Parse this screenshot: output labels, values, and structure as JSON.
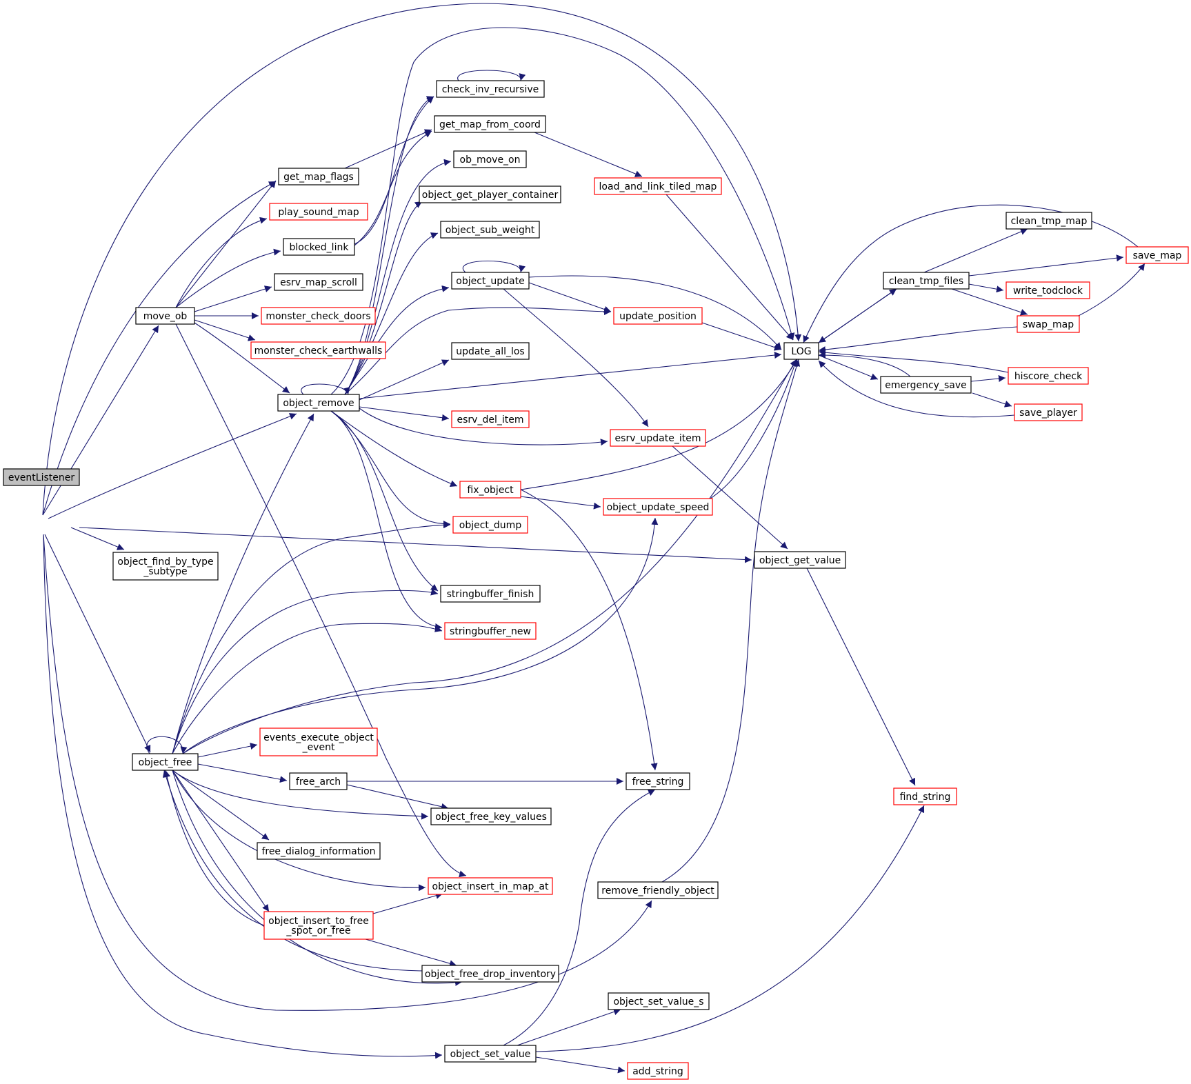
{
  "colors": {
    "edge": "#191970",
    "node_border": "#000000",
    "node_border_truncated": "#ff0000",
    "node_fill": "#ffffff",
    "root_fill": "#bfbfbf"
  },
  "nodes": [
    {
      "id": "eventListener",
      "lines": [
        "eventListener"
      ],
      "style": "root"
    },
    {
      "id": "get_map_flags",
      "lines": [
        "get_map_flags"
      ],
      "style": "normal"
    },
    {
      "id": "play_sound_map",
      "lines": [
        "play_sound_map"
      ],
      "style": "truncated"
    },
    {
      "id": "blocked_link",
      "lines": [
        "blocked_link"
      ],
      "style": "normal"
    },
    {
      "id": "esrv_map_scroll",
      "lines": [
        "esrv_map_scroll"
      ],
      "style": "normal"
    },
    {
      "id": "move_ob",
      "lines": [
        "move_ob"
      ],
      "style": "normal"
    },
    {
      "id": "monster_check_doors",
      "lines": [
        "monster_check_doors"
      ],
      "style": "truncated"
    },
    {
      "id": "monster_check_earthwalls",
      "lines": [
        "monster_check_earthwalls"
      ],
      "style": "truncated"
    },
    {
      "id": "object_remove",
      "lines": [
        "object_remove"
      ],
      "style": "normal"
    },
    {
      "id": "object_find_by_type_subtype",
      "lines": [
        "object_find_by_type",
        "_subtype"
      ],
      "style": "normal"
    },
    {
      "id": "check_inv_recursive",
      "lines": [
        "check_inv_recursive"
      ],
      "style": "normal"
    },
    {
      "id": "get_map_from_coord",
      "lines": [
        "get_map_from_coord"
      ],
      "style": "normal"
    },
    {
      "id": "ob_move_on",
      "lines": [
        "ob_move_on"
      ],
      "style": "normal"
    },
    {
      "id": "object_get_player_container",
      "lines": [
        "object_get_player_container"
      ],
      "style": "normal"
    },
    {
      "id": "object_sub_weight",
      "lines": [
        "object_sub_weight"
      ],
      "style": "normal"
    },
    {
      "id": "object_update",
      "lines": [
        "object_update"
      ],
      "style": "normal"
    },
    {
      "id": "update_all_los",
      "lines": [
        "update_all_los"
      ],
      "style": "normal"
    },
    {
      "id": "esrv_del_item",
      "lines": [
        "esrv_del_item"
      ],
      "style": "truncated"
    },
    {
      "id": "fix_object",
      "lines": [
        "fix_object"
      ],
      "style": "truncated"
    },
    {
      "id": "object_dump",
      "lines": [
        "object_dump"
      ],
      "style": "truncated"
    },
    {
      "id": "stringbuffer_finish",
      "lines": [
        "stringbuffer_finish"
      ],
      "style": "normal"
    },
    {
      "id": "stringbuffer_new",
      "lines": [
        "stringbuffer_new"
      ],
      "style": "truncated"
    },
    {
      "id": "load_and_link_tiled_map",
      "lines": [
        "load_and_link_tiled_map"
      ],
      "style": "truncated"
    },
    {
      "id": "update_position",
      "lines": [
        "update_position"
      ],
      "style": "truncated"
    },
    {
      "id": "esrv_update_item",
      "lines": [
        "esrv_update_item"
      ],
      "style": "truncated"
    },
    {
      "id": "object_update_speed",
      "lines": [
        "object_update_speed"
      ],
      "style": "truncated"
    },
    {
      "id": "LOG",
      "lines": [
        "LOG"
      ],
      "style": "normal"
    },
    {
      "id": "object_get_value",
      "lines": [
        "object_get_value"
      ],
      "style": "normal"
    },
    {
      "id": "clean_tmp_map",
      "lines": [
        "clean_tmp_map"
      ],
      "style": "normal"
    },
    {
      "id": "clean_tmp_files",
      "lines": [
        "clean_tmp_files"
      ],
      "style": "normal"
    },
    {
      "id": "save_map",
      "lines": [
        "save_map"
      ],
      "style": "truncated"
    },
    {
      "id": "write_todclock",
      "lines": [
        "write_todclock"
      ],
      "style": "truncated"
    },
    {
      "id": "swap_map",
      "lines": [
        "swap_map"
      ],
      "style": "truncated"
    },
    {
      "id": "emergency_save",
      "lines": [
        "emergency_save"
      ],
      "style": "normal"
    },
    {
      "id": "hiscore_check",
      "lines": [
        "hiscore_check"
      ],
      "style": "truncated"
    },
    {
      "id": "save_player",
      "lines": [
        "save_player"
      ],
      "style": "truncated"
    },
    {
      "id": "object_free",
      "lines": [
        "object_free"
      ],
      "style": "normal"
    },
    {
      "id": "events_execute_object_event",
      "lines": [
        "events_execute_object",
        "_event"
      ],
      "style": "truncated"
    },
    {
      "id": "free_arch",
      "lines": [
        "free_arch"
      ],
      "style": "normal"
    },
    {
      "id": "free_string",
      "lines": [
        "free_string"
      ],
      "style": "normal"
    },
    {
      "id": "object_free_key_values",
      "lines": [
        "object_free_key_values"
      ],
      "style": "normal"
    },
    {
      "id": "free_dialog_information",
      "lines": [
        "free_dialog_information"
      ],
      "style": "normal"
    },
    {
      "id": "object_insert_in_map_at",
      "lines": [
        "object_insert_in_map_at"
      ],
      "style": "truncated"
    },
    {
      "id": "remove_friendly_object",
      "lines": [
        "remove_friendly_object"
      ],
      "style": "normal"
    },
    {
      "id": "object_insert_to_free_spot_or_free",
      "lines": [
        "object_insert_to_free",
        "_spot_or_free"
      ],
      "style": "truncated"
    },
    {
      "id": "object_free_drop_inventory",
      "lines": [
        "object_free_drop_inventory"
      ],
      "style": "normal"
    },
    {
      "id": "find_string",
      "lines": [
        "find_string"
      ],
      "style": "truncated"
    },
    {
      "id": "object_set_value_s",
      "lines": [
        "object_set_value_s"
      ],
      "style": "normal"
    },
    {
      "id": "object_set_value",
      "lines": [
        "object_set_value"
      ],
      "style": "normal"
    },
    {
      "id": "add_string",
      "lines": [
        "add_string"
      ],
      "style": "truncated"
    }
  ]
}
